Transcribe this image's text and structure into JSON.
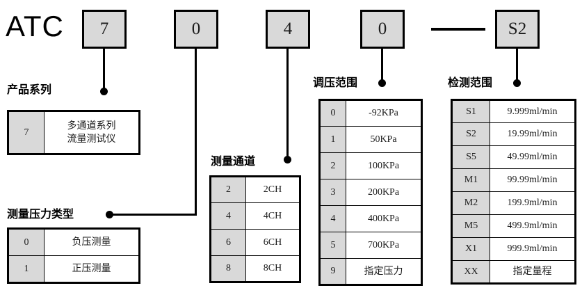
{
  "brand": "ATC",
  "code_boxes": [
    {
      "name": "product-series",
      "value": "7"
    },
    {
      "name": "pressure-type",
      "value": "0"
    },
    {
      "name": "measure-channel",
      "value": "4"
    },
    {
      "name": "pressure-range",
      "value": "0"
    },
    {
      "name": "detection-range",
      "value": "S2"
    }
  ],
  "separator": "—",
  "sections": {
    "series": {
      "label": "产品系列",
      "rows": [
        {
          "code": "7",
          "value": "多通道系列\n流量测试仪",
          "line1": "多通道系列",
          "line2": "流量测试仪"
        }
      ]
    },
    "pressure_type": {
      "label": "测量压力类型",
      "rows": [
        {
          "code": "0",
          "value": "负压测量"
        },
        {
          "code": "1",
          "value": "正压测量"
        }
      ]
    },
    "channel": {
      "label": "测量通道",
      "rows": [
        {
          "code": "2",
          "value": "2CH"
        },
        {
          "code": "4",
          "value": "4CH"
        },
        {
          "code": "6",
          "value": "6CH"
        },
        {
          "code": "8",
          "value": "8CH"
        }
      ]
    },
    "pressure_range": {
      "label": "调压范围",
      "rows": [
        {
          "code": "0",
          "value": "-92KPa"
        },
        {
          "code": "1",
          "value": "50KPa"
        },
        {
          "code": "2",
          "value": "100KPa"
        },
        {
          "code": "3",
          "value": "200KPa"
        },
        {
          "code": "4",
          "value": "400KPa"
        },
        {
          "code": "5",
          "value": "700KPa"
        },
        {
          "code": "9",
          "value": "指定压力"
        }
      ]
    },
    "detection_range": {
      "label": "检测范围",
      "rows": [
        {
          "code": "S1",
          "value": "9.999ml/min"
        },
        {
          "code": "S2",
          "value": "19.99ml/min"
        },
        {
          "code": "S5",
          "value": "49.99ml/min"
        },
        {
          "code": "M1",
          "value": "99.99ml/min"
        },
        {
          "code": "M2",
          "value": "199.9ml/min"
        },
        {
          "code": "M5",
          "value": "499.9ml/min"
        },
        {
          "code": "X1",
          "value": "999.9ml/min"
        },
        {
          "code": "XX",
          "value": "指定量程"
        }
      ]
    }
  },
  "colors": {
    "code_fill": "#d9d9d9",
    "line": "#000000",
    "background": "#ffffff"
  }
}
